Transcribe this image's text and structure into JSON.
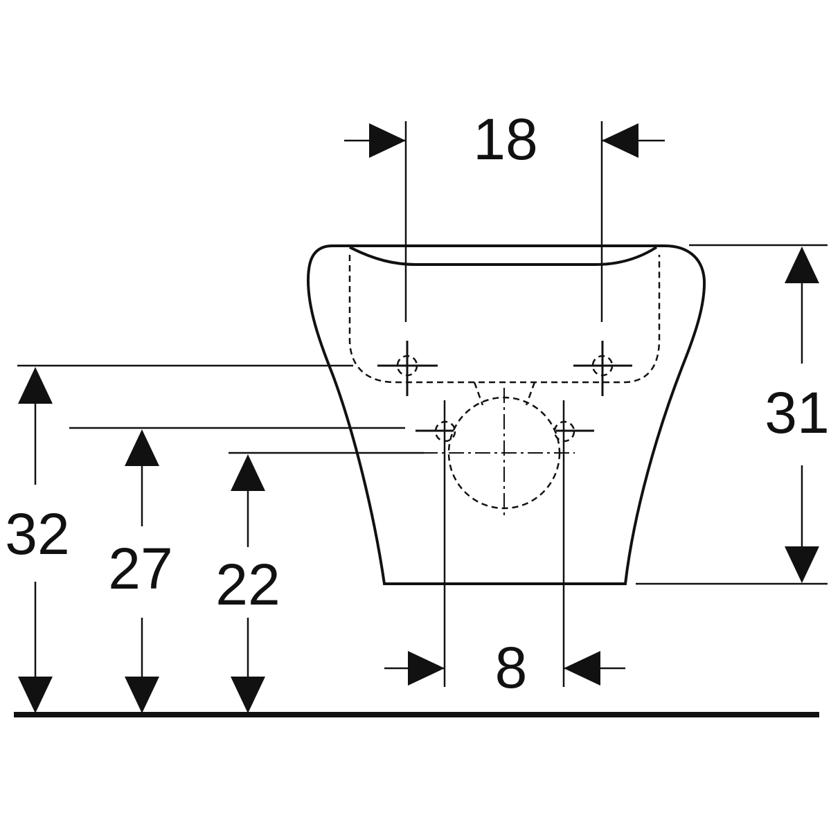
{
  "dimensions": {
    "top_width": "18",
    "bottom_width": "8",
    "height_right": "31",
    "height_left_1": "32",
    "height_left_2": "27",
    "height_left_3": "22"
  }
}
